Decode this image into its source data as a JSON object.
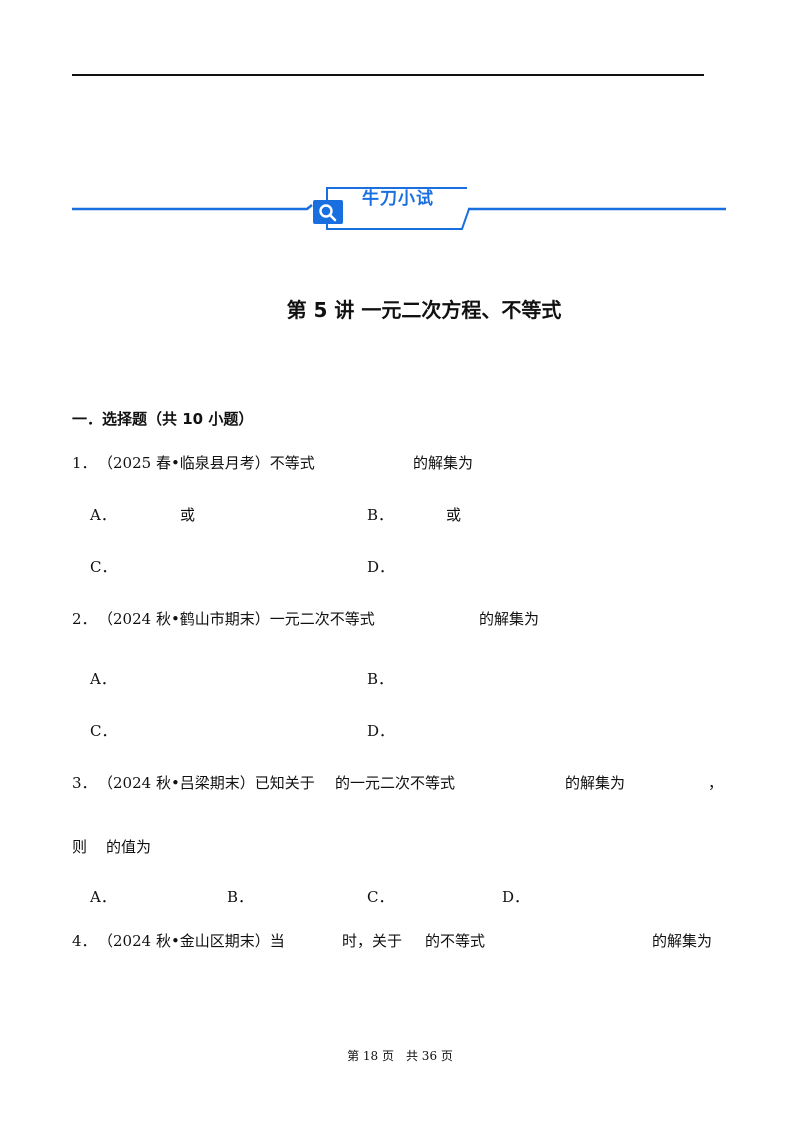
{
  "banner": {
    "title": "牛刀小试"
  },
  "lecture_title": "第 5 讲  一元二次方程、不等式",
  "section": {
    "heading": "一．选择题（共 10 小题）"
  },
  "questions": [
    {
      "number": "1．",
      "source": "（2025 春•临泉县月考）不等式",
      "tail": "的解集为",
      "options": {
        "a": "A．",
        "a_text": "或",
        "b": "B．",
        "b_text": "或",
        "c": "C．",
        "d": "D．"
      }
    },
    {
      "number": "2．",
      "source": "（2024 秋•鹤山市期末）一元二次不等式",
      "tail": "的解集为",
      "options": {
        "a": "A．",
        "b": "B．",
        "c": "C．",
        "d": "D．"
      }
    },
    {
      "number": "3．",
      "source": "（2024 秋•吕梁期末）已知关于",
      "mid": "的一元二次不等式",
      "tail": "的解集为",
      "comma": "，",
      "line2_a": "则",
      "line2_b": "的值为",
      "options": {
        "a": "A．",
        "b": "B．",
        "c": "C．",
        "d": "D．"
      }
    },
    {
      "number": "4．",
      "source": "（2024 秋•金山区期末）当",
      "mid1": "时，关于",
      "mid2": "的不等式",
      "tail": "的解集为"
    }
  ],
  "footer": "第 18 页　共 36 页"
}
